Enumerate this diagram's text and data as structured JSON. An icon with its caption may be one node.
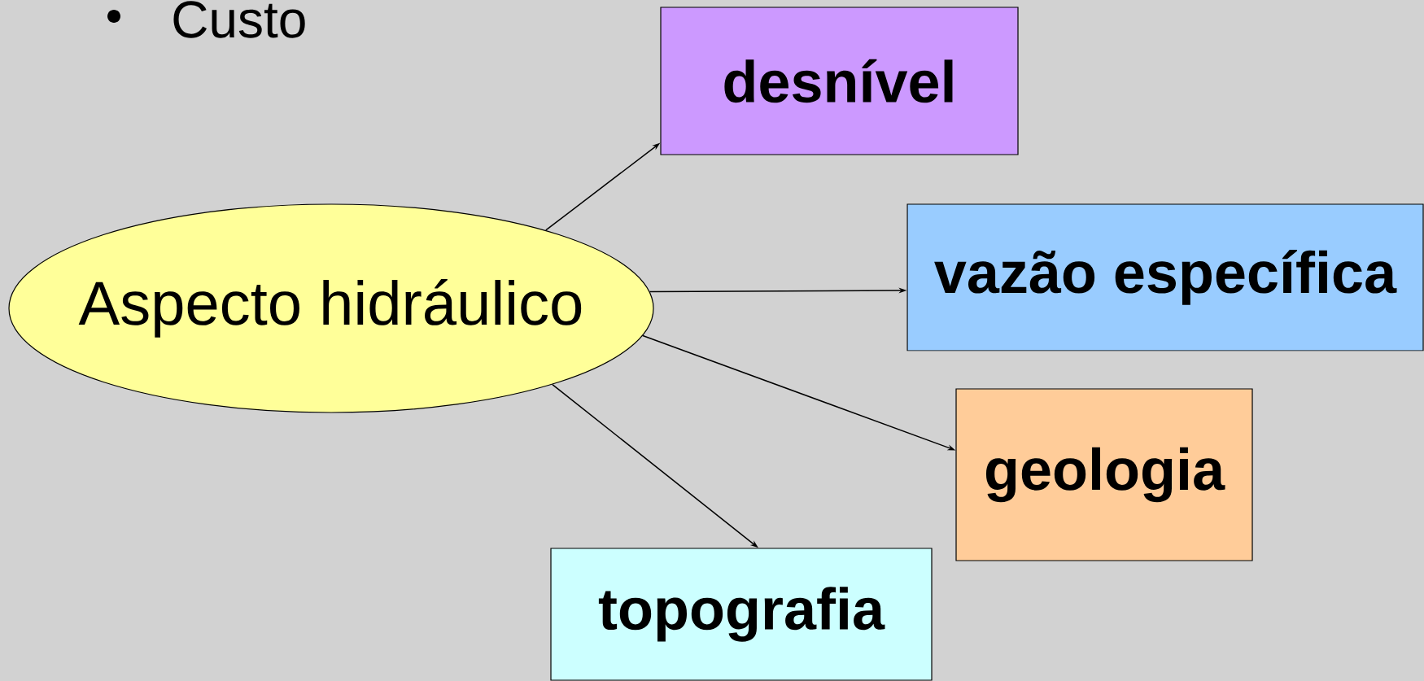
{
  "diagram": {
    "nodes": [
      {
        "text": [
          "Aspecto hidráulico"
        ]
      },
      {
        "text": [
          "desnível"
        ]
      },
      {
        "text": [
          "vazão específica"
        ]
      },
      {
        "text": [
          "geologia"
        ]
      },
      {
        "text": [
          "topografia"
        ]
      }
    ],
    "edges": [
      {
        "from": 0,
        "to": 1,
        "arrow": "to"
      },
      {
        "from": 0,
        "to": 2,
        "arrow": "to"
      },
      {
        "from": 0,
        "to": 3,
        "arrow": "to"
      },
      {
        "from": 0,
        "to": 4,
        "arrow": "to"
      }
    ],
    "labels": [
      "Custo"
    ]
  }
}
